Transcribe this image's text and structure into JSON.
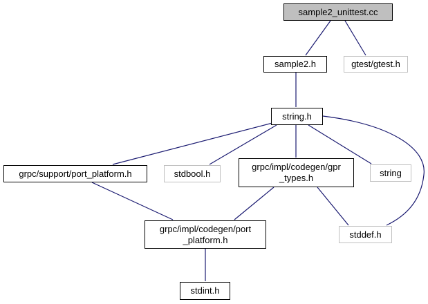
{
  "colors": {
    "arrow": "#191970",
    "node_fill": "#ffffff",
    "main_node_fill": "#bfbfbf",
    "documented_border": "#000000",
    "external_border": "#bfbfbf"
  },
  "nodes": [
    {
      "label": "sample2_unittest.cc",
      "kind": "main"
    },
    {
      "label": "sample2.h",
      "kind": "documented"
    },
    {
      "label": "gtest/gtest.h",
      "kind": "external"
    },
    {
      "label": "string.h",
      "kind": "documented"
    },
    {
      "label": "grpc/support/port_platform.h",
      "kind": "documented"
    },
    {
      "label": "stdbool.h",
      "kind": "external"
    },
    {
      "label": "grpc/impl/codegen/gpr\n_types.h",
      "kind": "documented"
    },
    {
      "label": "string",
      "kind": "external"
    },
    {
      "label": "grpc/impl/codegen/port\n_platform.h",
      "kind": "documented"
    },
    {
      "label": "stddef.h",
      "kind": "external"
    },
    {
      "label": "stdint.h",
      "kind": "documented"
    }
  ],
  "edges": [
    {
      "from": "sample2_unittest.cc",
      "to": "sample2.h"
    },
    {
      "from": "sample2_unittest.cc",
      "to": "gtest/gtest.h"
    },
    {
      "from": "sample2.h",
      "to": "string.h"
    },
    {
      "from": "string.h",
      "to": "grpc/support/port_platform.h"
    },
    {
      "from": "string.h",
      "to": "stdbool.h"
    },
    {
      "from": "string.h",
      "to": "grpc/impl/codegen/gpr_types.h"
    },
    {
      "from": "string.h",
      "to": "string"
    },
    {
      "from": "string.h",
      "to": "stddef.h"
    },
    {
      "from": "grpc/support/port_platform.h",
      "to": "grpc/impl/codegen/port_platform.h"
    },
    {
      "from": "grpc/impl/codegen/gpr_types.h",
      "to": "grpc/impl/codegen/port_platform.h"
    },
    {
      "from": "grpc/impl/codegen/gpr_types.h",
      "to": "stddef.h"
    },
    {
      "from": "grpc/impl/codegen/port_platform.h",
      "to": "stdint.h"
    }
  ]
}
